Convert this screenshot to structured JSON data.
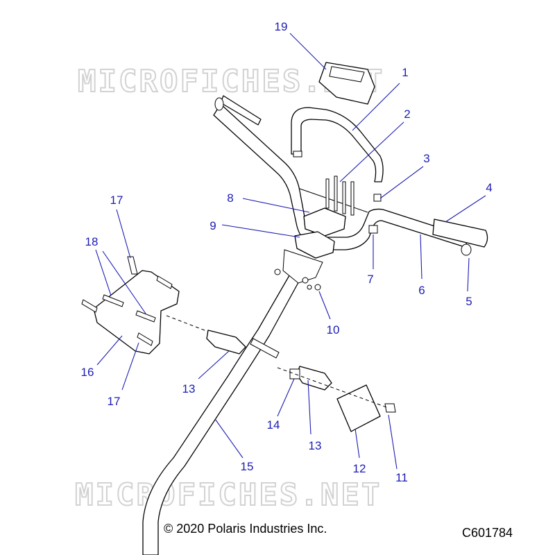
{
  "watermark": {
    "text": "MICROFICHES.NET"
  },
  "copyright": "© 2020 Polaris Industries Inc.",
  "diagram_code": "C601784",
  "callouts": {
    "c1": "1",
    "c2": "2",
    "c3": "3",
    "c4": "4",
    "c5": "5",
    "c6": "6",
    "c7": "7",
    "c8": "8",
    "c9": "9",
    "c10": "10",
    "c11": "11",
    "c12": "12",
    "c13a": "13",
    "c13b": "13",
    "c14": "14",
    "c15": "15",
    "c16": "16",
    "c17a": "17",
    "c17b": "17",
    "c18": "18",
    "c19": "19"
  },
  "colors": {
    "callout": "#1c1cb4",
    "watermark": "#d2d2d2",
    "line": "#000000"
  }
}
